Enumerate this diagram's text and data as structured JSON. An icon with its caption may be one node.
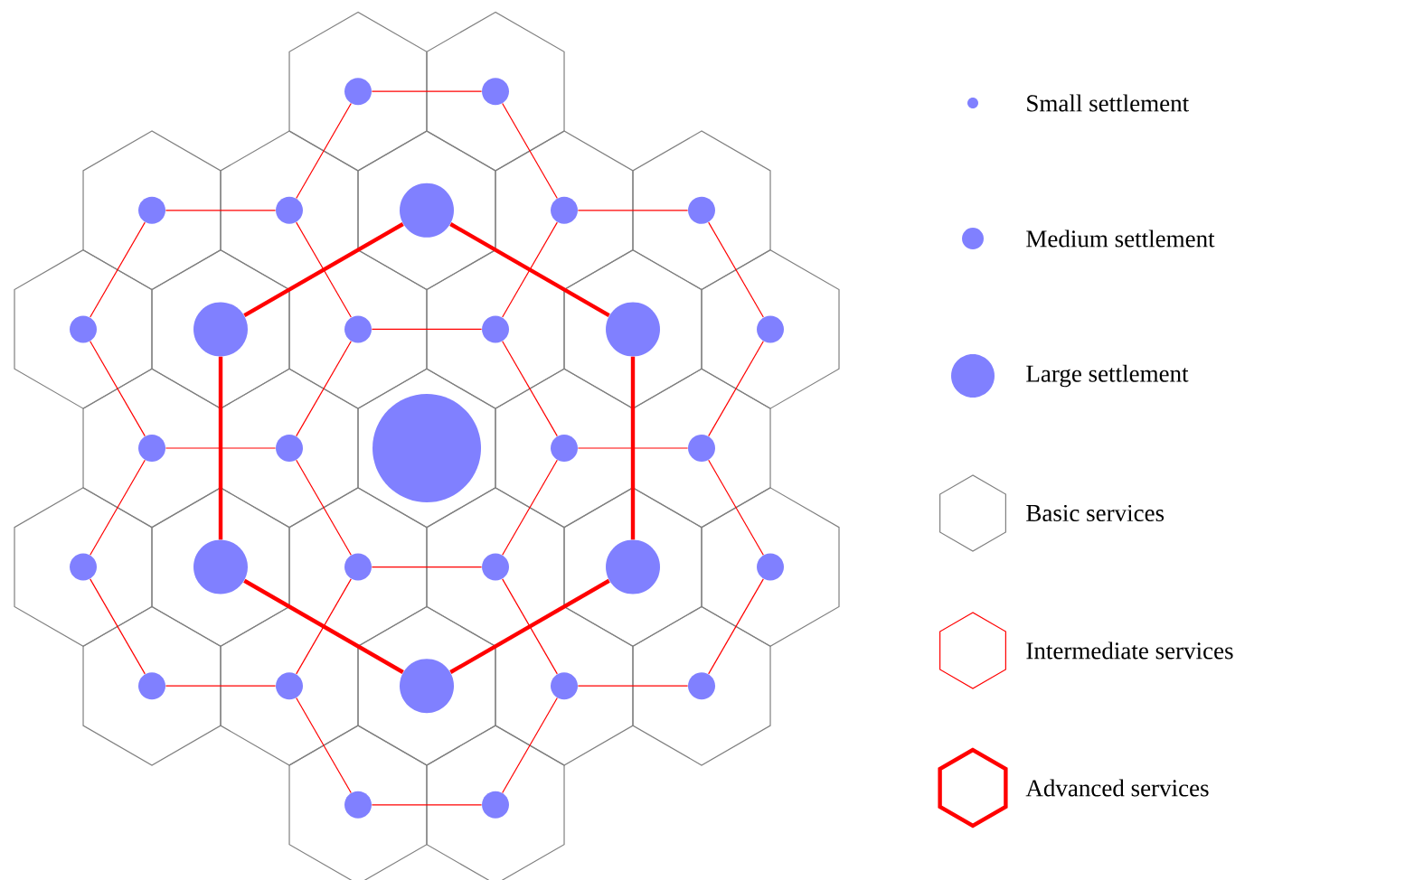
{
  "diagram": {
    "nodes": [
      {
        "text": [],
        "shape": "circle"
      },
      {
        "text": [],
        "shape": "circle"
      },
      {
        "text": [],
        "shape": "circle"
      },
      {
        "text": [],
        "shape": "circle"
      },
      {
        "text": [],
        "shape": "circle"
      },
      {
        "text": [],
        "shape": "circle"
      },
      {
        "text": [],
        "shape": "circle"
      },
      {
        "text": [],
        "shape": "circle"
      },
      {
        "text": [],
        "shape": "circle"
      },
      {
        "text": [],
        "shape": "circle"
      },
      {
        "text": [],
        "shape": "circle"
      },
      {
        "text": [],
        "shape": "circle"
      },
      {
        "text": [],
        "shape": "circle"
      },
      {
        "text": [],
        "shape": "circle"
      },
      {
        "text": [],
        "shape": "circle"
      },
      {
        "text": [],
        "shape": "circle"
      },
      {
        "text": [],
        "shape": "circle"
      },
      {
        "text": [],
        "shape": "circle"
      },
      {
        "text": [],
        "shape": "circle"
      },
      {
        "text": [],
        "shape": "circle"
      },
      {
        "text": [],
        "shape": "circle"
      },
      {
        "text": [],
        "shape": "circle"
      },
      {
        "text": [],
        "shape": "circle"
      },
      {
        "text": [],
        "shape": "circle"
      },
      {
        "text": [],
        "shape": "circle"
      },
      {
        "text": [],
        "shape": "circle"
      },
      {
        "text": [],
        "shape": "circle"
      },
      {
        "text": [],
        "shape": "circle"
      },
      {
        "text": [],
        "shape": "circle"
      },
      {
        "text": [],
        "shape": "circle"
      },
      {
        "text": [],
        "shape": "circle"
      }
    ],
    "edges": [
      {
        "from": 0,
        "to": 1,
        "arrow": "none"
      },
      {
        "from": 1,
        "to": 5,
        "arrow": "none"
      },
      {
        "from": 5,
        "to": 10,
        "arrow": "none"
      },
      {
        "from": 10,
        "to": 9,
        "arrow": "none"
      },
      {
        "from": 9,
        "to": 3,
        "arrow": "none"
      },
      {
        "from": 3,
        "to": 0,
        "arrow": "none"
      },
      {
        "from": 2,
        "to": 3,
        "arrow": "none"
      },
      {
        "from": 9,
        "to": 14,
        "arrow": "none"
      },
      {
        "from": 14,
        "to": 13,
        "arrow": "none"
      },
      {
        "from": 13,
        "to": 7,
        "arrow": "none"
      },
      {
        "from": 7,
        "to": 2,
        "arrow": "none"
      },
      {
        "from": 5,
        "to": 6,
        "arrow": "none"
      },
      {
        "from": 6,
        "to": 12,
        "arrow": "none"
      },
      {
        "from": 12,
        "to": 17,
        "arrow": "none"
      },
      {
        "from": 17,
        "to": 16,
        "arrow": "none"
      },
      {
        "from": 16,
        "to": 10,
        "arrow": "none"
      },
      {
        "from": 14,
        "to": 20,
        "arrow": "none"
      },
      {
        "from": 20,
        "to": 25,
        "arrow": "none"
      },
      {
        "from": 25,
        "to": 24,
        "arrow": "none"
      },
      {
        "from": 24,
        "to": 18,
        "arrow": "none"
      },
      {
        "from": 18,
        "to": 13,
        "arrow": "none"
      },
      {
        "from": 17,
        "to": 23,
        "arrow": "none"
      },
      {
        "from": 23,
        "to": 28,
        "arrow": "none"
      },
      {
        "from": 28,
        "to": 27,
        "arrow": "none"
      },
      {
        "from": 27,
        "to": 21,
        "arrow": "none"
      },
      {
        "from": 21,
        "to": 16,
        "arrow": "none"
      },
      {
        "from": 20,
        "to": 21,
        "arrow": "none"
      },
      {
        "from": 27,
        "to": 30,
        "arrow": "none"
      },
      {
        "from": 30,
        "to": 29,
        "arrow": "none"
      },
      {
        "from": 29,
        "to": 25,
        "arrow": "none"
      },
      {
        "from": 4,
        "to": 8,
        "arrow": "none",
        "style": "thick"
      },
      {
        "from": 4,
        "to": 11,
        "arrow": "none",
        "style": "thick"
      },
      {
        "from": 8,
        "to": 19,
        "arrow": "none",
        "style": "thick"
      },
      {
        "from": 11,
        "to": 22,
        "arrow": "none",
        "style": "thick"
      },
      {
        "from": 19,
        "to": 26,
        "arrow": "none",
        "style": "thick"
      },
      {
        "from": 22,
        "to": 26,
        "arrow": "none",
        "style": "thick"
      }
    ],
    "legend": [
      {
        "text": "Small settlement"
      },
      {
        "text": "Medium settlement"
      },
      {
        "text": "Large settlement"
      },
      {
        "text": "Basic services"
      },
      {
        "text": "Intermediate services"
      },
      {
        "text": "Advanced services"
      }
    ]
  }
}
